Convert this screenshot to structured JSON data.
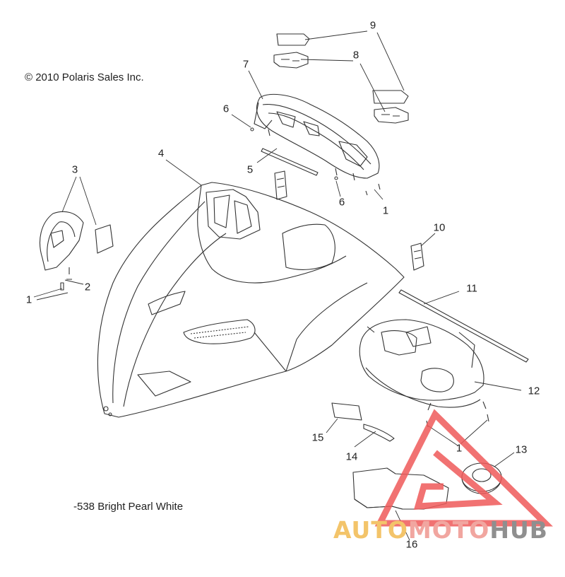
{
  "copyright": "© 2010 Polaris Sales Inc.",
  "color_code": "-538 Bright Pearl White",
  "callouts": [
    {
      "id": "1",
      "label": "1"
    },
    {
      "id": "1b",
      "label": "1"
    },
    {
      "id": "1c",
      "label": "1"
    },
    {
      "id": "2",
      "label": "2"
    },
    {
      "id": "3",
      "label": "3"
    },
    {
      "id": "4",
      "label": "4"
    },
    {
      "id": "5",
      "label": "5"
    },
    {
      "id": "6",
      "label": "6"
    },
    {
      "id": "6b",
      "label": "6"
    },
    {
      "id": "7",
      "label": "7"
    },
    {
      "id": "8",
      "label": "8"
    },
    {
      "id": "9",
      "label": "9"
    },
    {
      "id": "10",
      "label": "10"
    },
    {
      "id": "11",
      "label": "11"
    },
    {
      "id": "12",
      "label": "12"
    },
    {
      "id": "13",
      "label": "13"
    },
    {
      "id": "14",
      "label": "14"
    },
    {
      "id": "15",
      "label": "15"
    },
    {
      "id": "16",
      "label": "16"
    }
  ],
  "watermark": {
    "part1": "AUTO",
    "part2": "MOTO",
    "part3": "HUB",
    "colors": {
      "auto": "#f3c46a",
      "moto": "#f1a6a0",
      "hub": "#8f8f8f",
      "triangle": "#ef5a5a"
    }
  },
  "line_color": "#333333"
}
